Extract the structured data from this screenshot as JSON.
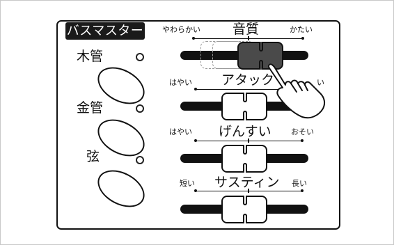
{
  "panel": {
    "title": "バスマスター"
  },
  "instruments": [
    {
      "label": "木管"
    },
    {
      "label": "金管"
    },
    {
      "label": "弦"
    }
  ],
  "sliders": [
    {
      "title": "音質",
      "left_label": "やわらかい",
      "right_label": "かたい"
    },
    {
      "title": "アタック",
      "left_label": "はやい",
      "right_label": "い"
    },
    {
      "title": "げんすい",
      "left_label": "はやい",
      "right_label": "おそい"
    },
    {
      "title": "サスティン",
      "left_label": "短い",
      "right_label": "長い"
    }
  ],
  "colors": {
    "active_knob": "#4a4a4a",
    "line": "#111111",
    "ghost": "#9a9a9a"
  },
  "icons": {
    "pointer": "pointing-hand-icon"
  }
}
